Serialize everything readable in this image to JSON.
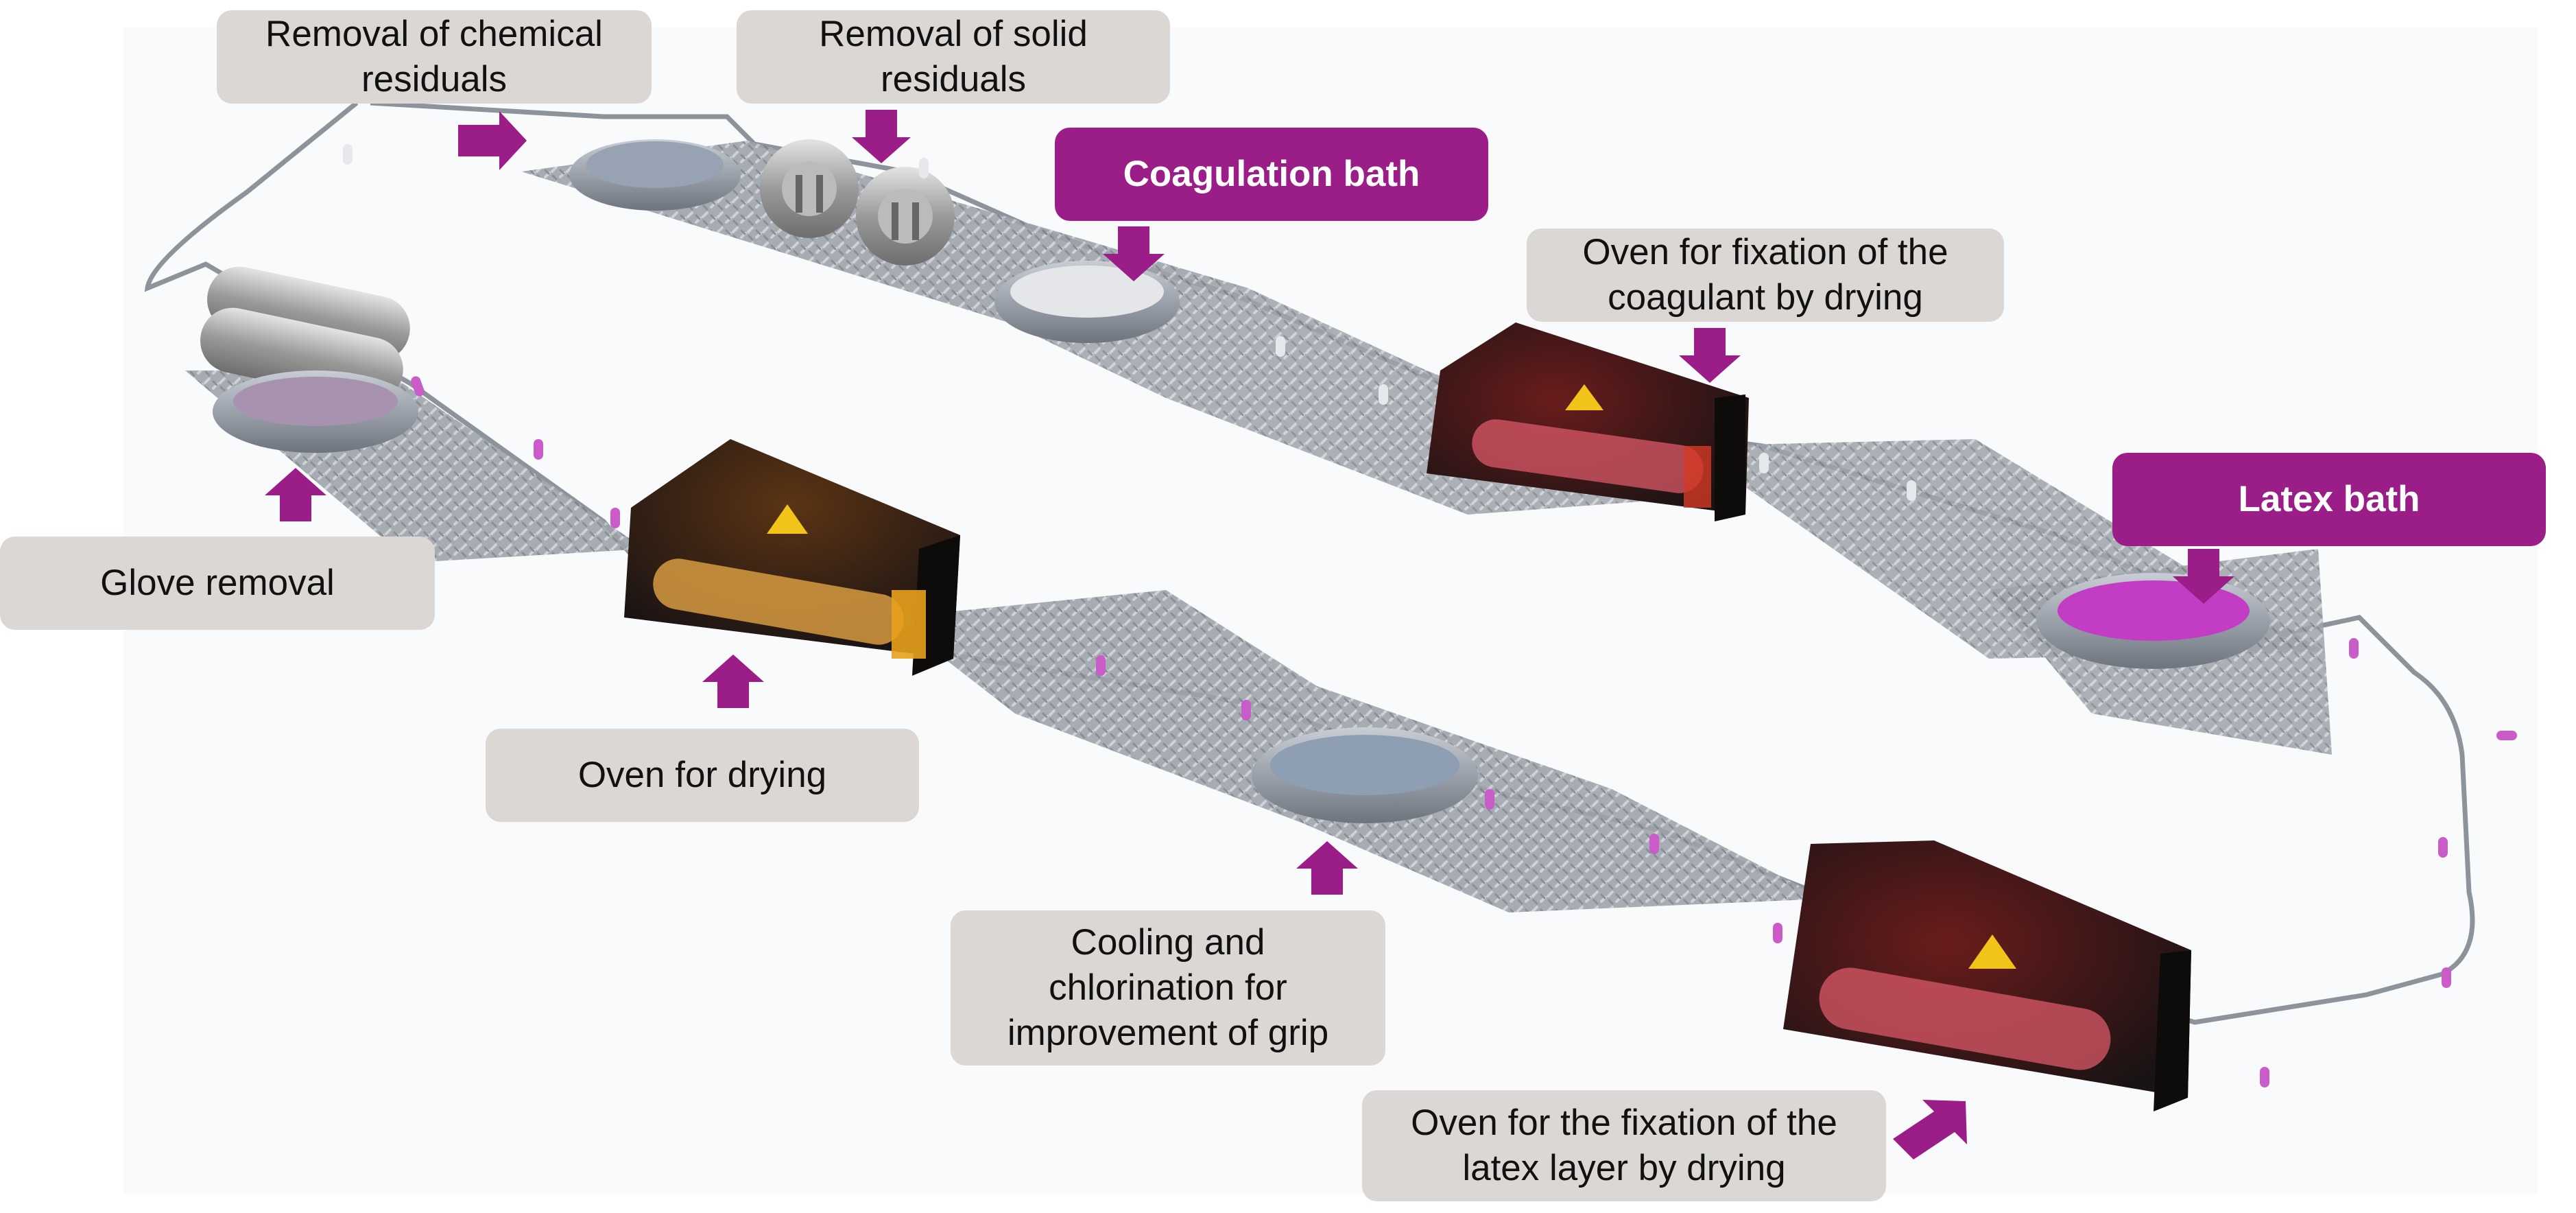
{
  "colors": {
    "accent": "#9b1d87",
    "label_bg": "#dad7d4",
    "oven_body": "#1c1516",
    "warning": "#f2c318"
  },
  "labels": {
    "removal_chemical": "Removal of chemical\nresiduals",
    "removal_solid": "Removal of solid\nresiduals",
    "coagulation_bath": "Coagulation bath",
    "oven_coagulant": "Oven for fixation of the\ncoagulant by drying",
    "latex_bath": "Latex bath",
    "glove_removal": "Glove removal",
    "oven_drying": "Oven for drying",
    "cooling_chlorination": "Cooling and\nchlorination for\nimprovement of grip",
    "oven_latex": "Oven for the fixation of the\nlatex layer by drying"
  },
  "icons": {
    "arrow": "process-arrow-icon",
    "warning": "warning-triangle-icon",
    "former": "glove-former-icon"
  }
}
